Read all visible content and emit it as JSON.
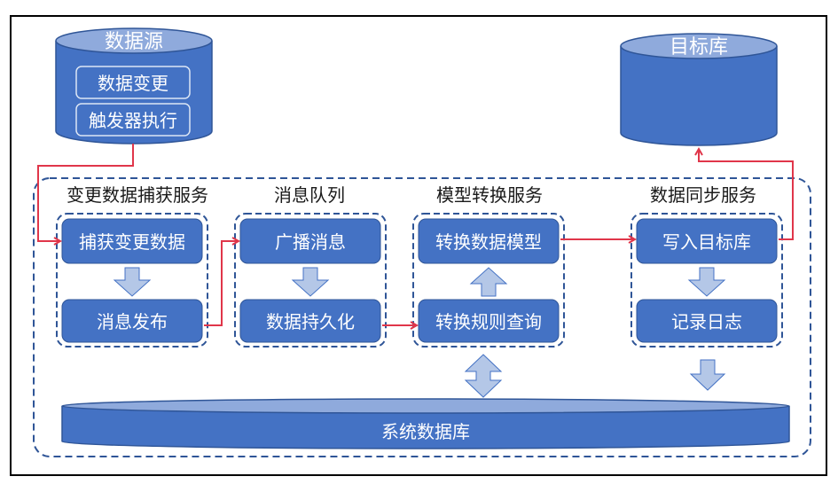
{
  "colors": {
    "box_fill": "#4472c4",
    "box_stroke": "#2f5597",
    "db_top": "#8faadc",
    "block_arrow": "#b4c7e7",
    "flow_arrow": "#e0364a",
    "dash": "#2f5597",
    "border": "#000000"
  },
  "source_db": {
    "title": "数据源",
    "items": [
      "数据变更",
      "触发器执行"
    ]
  },
  "target_db": {
    "title": "目标库"
  },
  "system_db": {
    "title": "系统数据库"
  },
  "groups": [
    {
      "label": "变更数据捕获服务",
      "steps": [
        "捕获变更数据",
        "消息发布"
      ],
      "inner_arrow": "down"
    },
    {
      "label": "消息队列",
      "steps": [
        "广播消息",
        "数据持久化"
      ],
      "inner_arrow": "down"
    },
    {
      "label": "模型转换服务",
      "steps": [
        "转换数据模型",
        "转换规则查询"
      ],
      "inner_arrow": "up"
    },
    {
      "label": "数据同步服务",
      "steps": [
        "写入目标库",
        "记录日志"
      ],
      "inner_arrow": "down"
    }
  ]
}
